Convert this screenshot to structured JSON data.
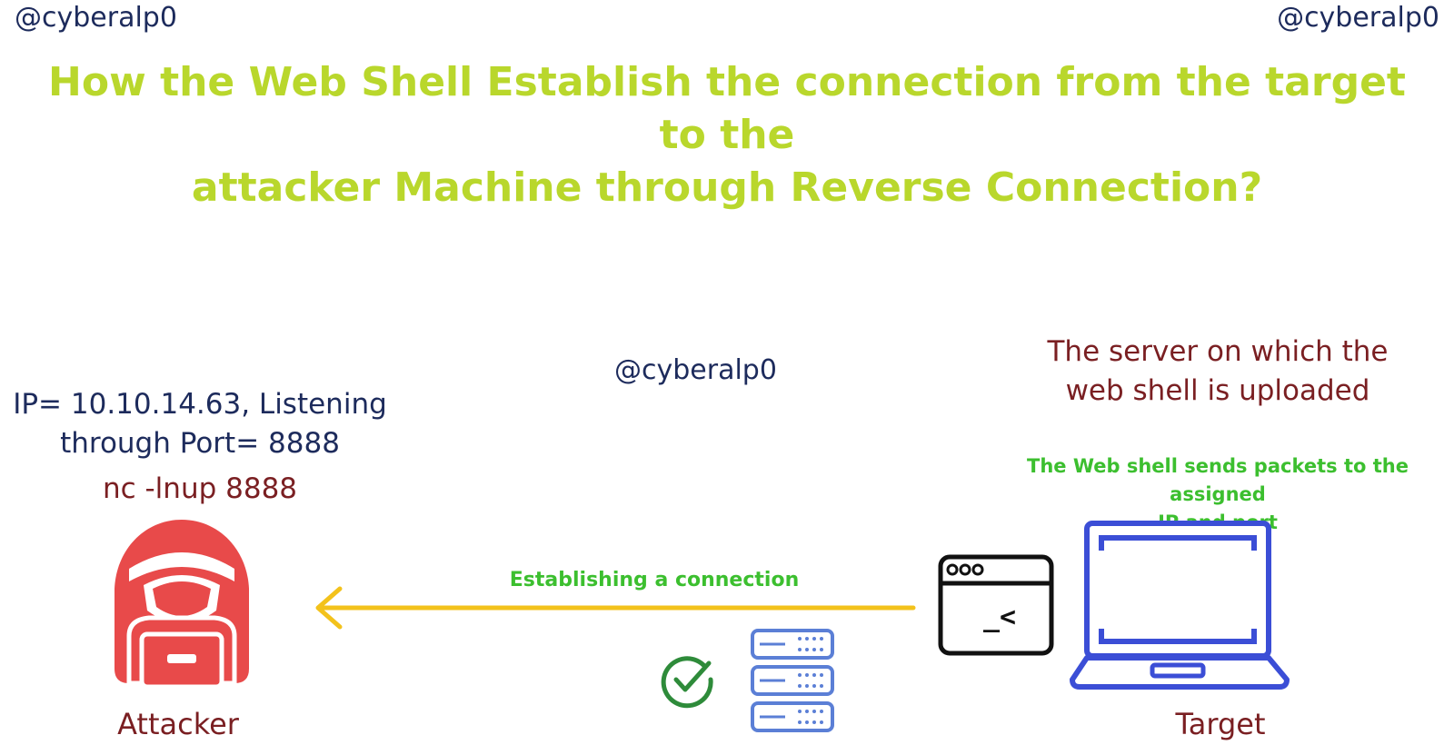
{
  "watermark": "@cyberalp0",
  "title": {
    "line1": "How the Web Shell Establish the connection from the target to the",
    "line2": "attacker Machine through Reverse Connection?"
  },
  "attacker": {
    "info_line1": "IP= 10.10.14.63, Listening",
    "info_line2": "through Port= 8888",
    "command": "nc -lnup 8888",
    "label": "Attacker"
  },
  "target": {
    "server_note_line1": "The server on which the",
    "server_note_line2": "web shell is uploaded",
    "packets_note_line1": "The Web shell sends packets to the assigned",
    "packets_note_line2": "IP and port",
    "label": "Target",
    "terminal_prompt": "_<"
  },
  "connection": {
    "label": "Establishing a connection"
  },
  "colors": {
    "title": "#b9d72c",
    "navy": "#1d2b5c",
    "maroon": "#7a1f22",
    "green": "#3cbf2f",
    "arrow": "#f3c21b",
    "attacker_red": "#e84a4a",
    "laptop_blue": "#3b4ed6",
    "server_blue": "#5b7fd6"
  },
  "icons": [
    "hacker-icon",
    "terminal-window-icon",
    "laptop-icon",
    "server-rack-icon",
    "check-circle-icon",
    "arrow-left-icon"
  ]
}
